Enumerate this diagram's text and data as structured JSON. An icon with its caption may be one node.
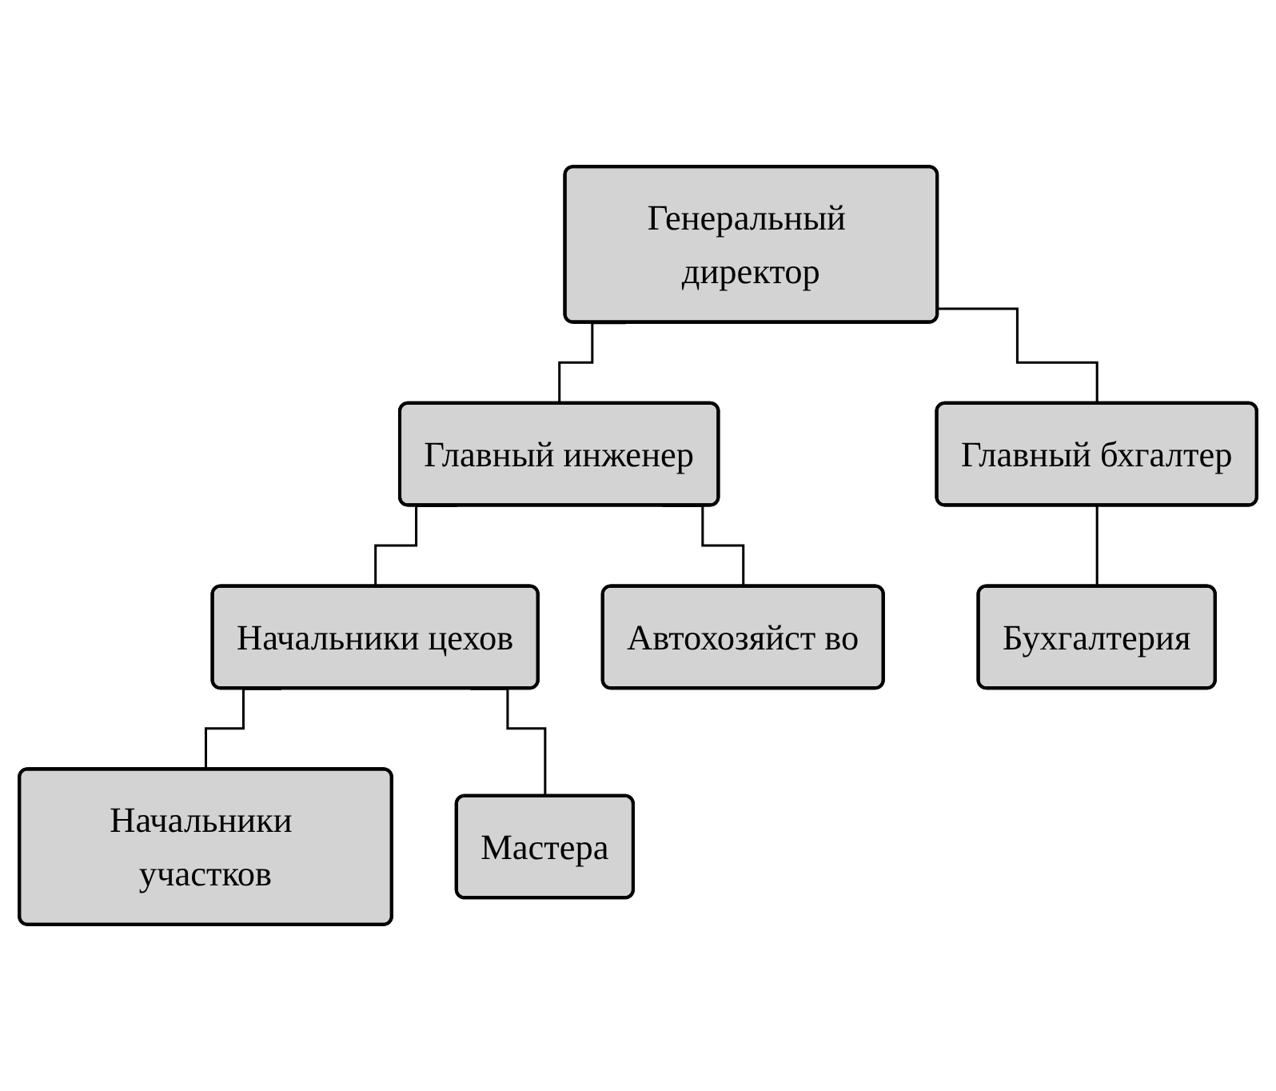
{
  "diagram": {
    "nodes": [
      {
        "text": [
          "Генеральный директор"
        ]
      },
      {
        "text": [
          "Главный инженер"
        ]
      },
      {
        "text": [
          "Главный бхгалтер"
        ]
      },
      {
        "text": [
          "Начальники цехов"
        ]
      },
      {
        "text": [
          "Автохозяйст во"
        ]
      },
      {
        "text": [
          "Бухгалтерия"
        ]
      },
      {
        "text": [
          "Начальники участков"
        ]
      },
      {
        "text": [
          "Мастера"
        ]
      }
    ],
    "edges": [
      {
        "from": 0,
        "to": 1,
        "arrow": "none"
      },
      {
        "from": 0,
        "to": 2,
        "arrow": "none"
      },
      {
        "from": 1,
        "to": 3,
        "arrow": "none"
      },
      {
        "from": 1,
        "to": 4,
        "arrow": "none"
      },
      {
        "from": 2,
        "to": 5,
        "arrow": "none"
      },
      {
        "from": 3,
        "to": 6,
        "arrow": "none"
      },
      {
        "from": 3,
        "to": 7,
        "arrow": "none"
      }
    ]
  }
}
